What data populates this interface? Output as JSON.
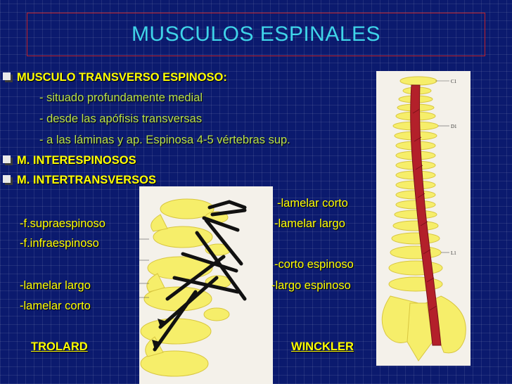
{
  "slide": {
    "title": "MUSCULOS ESPINALES",
    "bullets": [
      {
        "label": "MUSCULO TRANSVERSO ESPINOSO",
        "suffix": ":"
      },
      {
        "label": "M. INTERESPINOSOS"
      },
      {
        "label": "M. INTERTRANSVERSOS"
      }
    ],
    "sub_items": [
      "- situado profundamente medial",
      "- desde las apófisis transversas",
      "- a las láminas y ap. Espinosa 4-5 vértebras sup."
    ],
    "left_labels": [
      "-f.supraespinoso",
      "-f.infraespinoso",
      "-lamelar largo",
      "-lamelar corto"
    ],
    "right_labels": [
      "-lamelar corto",
      "-lamelar largo",
      "-corto espinoso",
      "-largo espinoso"
    ],
    "captions": {
      "left": "TROLARD",
      "right": "WINCKLER"
    },
    "figure_right_labels": [
      "C1",
      "D1",
      "L1"
    ],
    "colors": {
      "background": "#0b1a6e",
      "title": "#3fd4e8",
      "text": "#ffff00",
      "subtext": "#b8e04a",
      "border": "#c0202a",
      "bone": "#f6ee6a",
      "muscle": "#b3202a"
    }
  }
}
